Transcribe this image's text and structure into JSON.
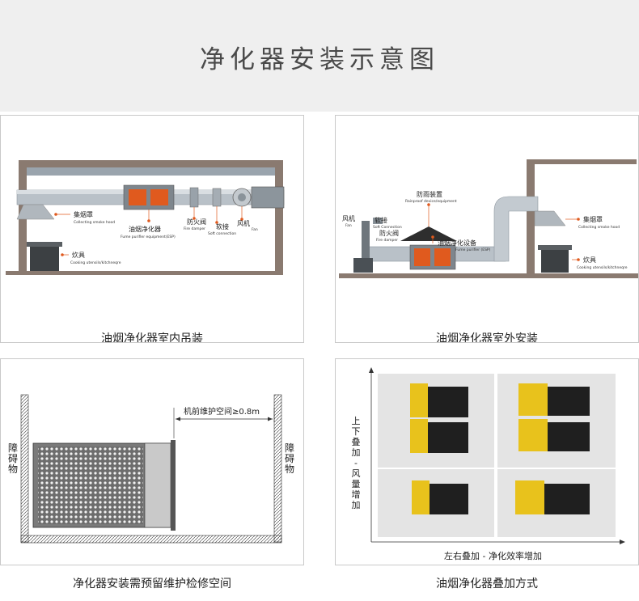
{
  "header": {
    "title": "净化器安装示意图"
  },
  "panel1": {
    "caption": "油烟净化器室内吊装",
    "hood_cn": "集烟罩",
    "hood_en": "Collecting smoke hood",
    "esp_cn": "油烟净化器",
    "esp_en": "Fume purifier equipment(ESP)",
    "damper_cn": "防火阀",
    "damper_en": "Fire damper",
    "soft_cn": "软接",
    "soft_en": "Soft connection",
    "fan_cn": "风机",
    "fan_en": "Fan",
    "stove_cn": "炊具",
    "stove_en": "Cooking utensils/kitchneqre"
  },
  "panel2": {
    "caption": "油烟净化器室外安装",
    "rain_cn": "防雨装置",
    "rain_en": "Rainproof device/equipment",
    "fan_cn": "风机",
    "fan_en": "Fan",
    "soft_cn": "软接",
    "soft_en": "Soft Connection",
    "damper_cn": "防火阀",
    "damper_en": "Fire damper",
    "esp_cn": "油烟净化设备",
    "esp_en": "Fume purifier (ESP)",
    "hood_cn": "集烟罩",
    "hood_en": "Collecting smoke hood",
    "stove_cn": "炊具",
    "stove_en": "Cooking utensils/kitchneqre"
  },
  "panel3": {
    "caption": "净化器安装需预留维护检修空间",
    "obstacle_left": "障碍物",
    "obstacle_right": "障碍物",
    "space_note": "机前维护空间≥0.8m"
  },
  "panel4": {
    "caption": "油烟净化器叠加方式",
    "y_axis": "上下叠加 - 风量增加",
    "x_axis": "左右叠加 - 净化效率增加"
  },
  "colors": {
    "accent": "#e05a1e",
    "yellow": "#e8c21c",
    "header_bg": "#efefef"
  }
}
